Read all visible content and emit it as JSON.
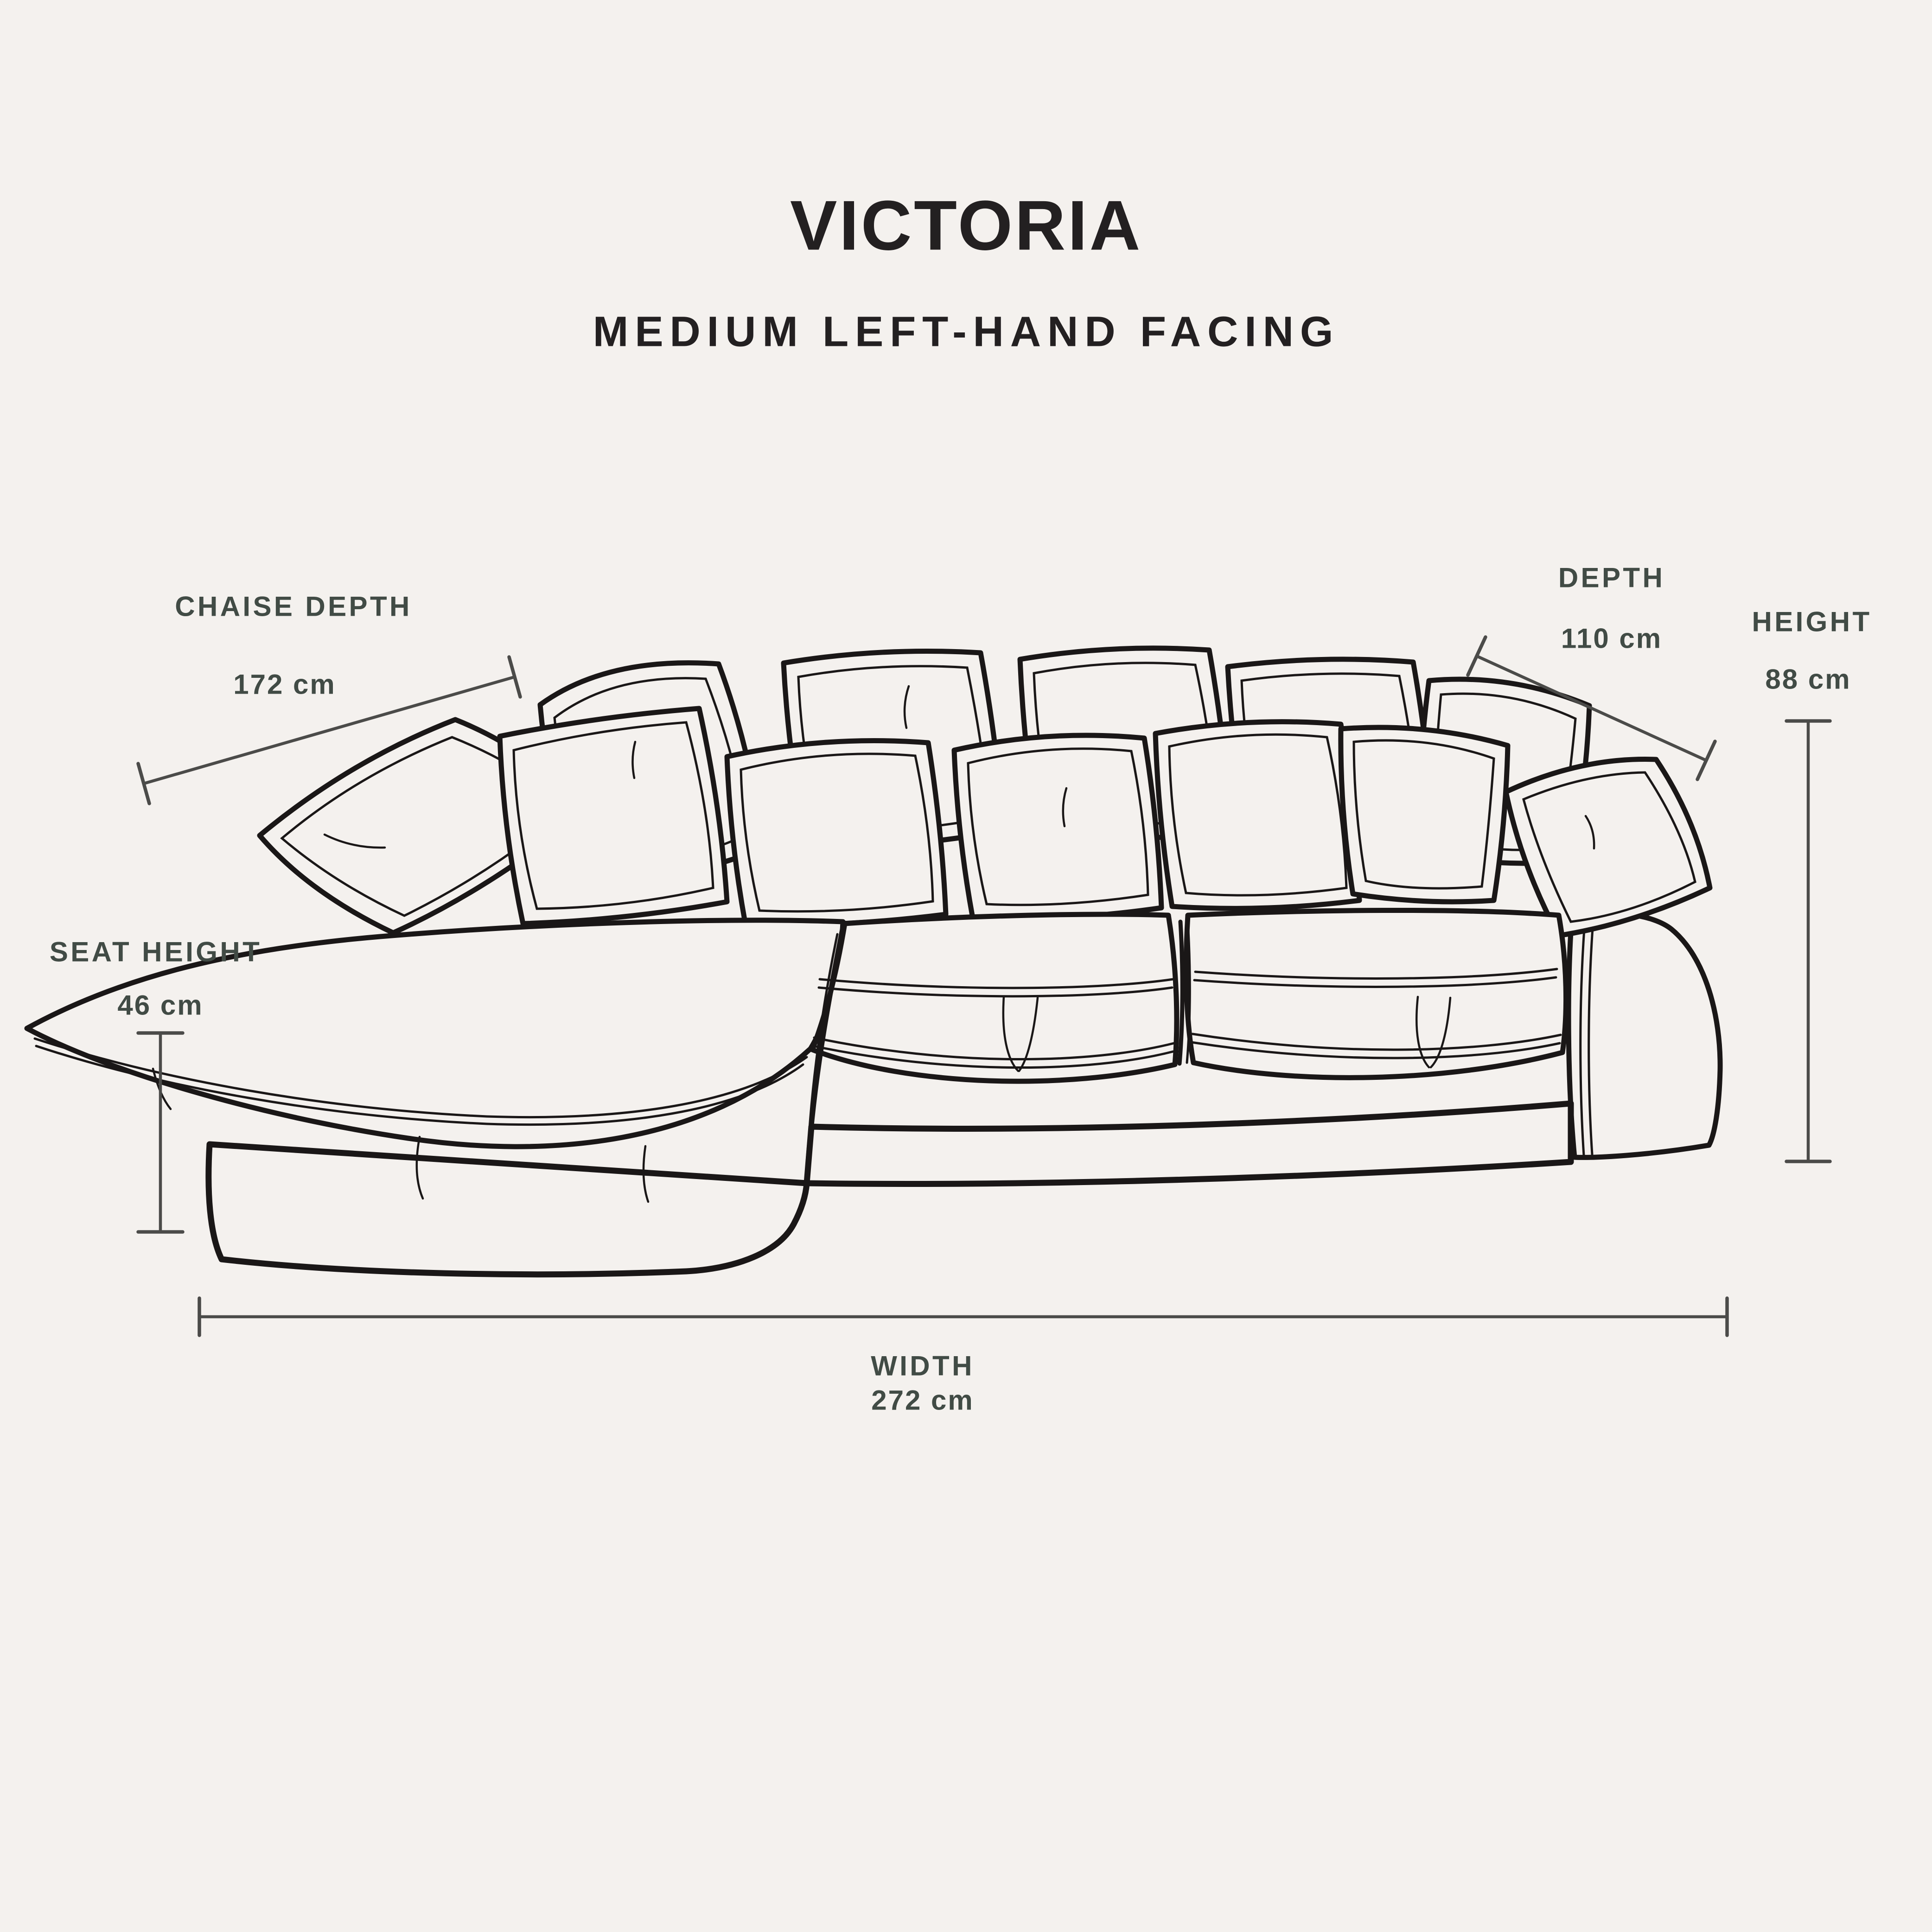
{
  "title": "VICTORIA",
  "subtitle": "MEDIUM LEFT-HAND FACING",
  "colors": {
    "background": "#f4f1ee",
    "title_ink": "#232021",
    "label_ink": "#414b45",
    "drawing_ink": "#1a1717",
    "dimension_line": "#4b4b49"
  },
  "dimensions": {
    "chaise_depth": {
      "label": "CHAISE DEPTH",
      "value": "172 cm"
    },
    "depth": {
      "label": "DEPTH",
      "value": "110 cm"
    },
    "height": {
      "label": "HEIGHT",
      "value": "88 cm"
    },
    "seat_height": {
      "label": "SEAT HEIGHT",
      "value": "46 cm"
    },
    "width": {
      "label": "WIDTH",
      "value": "272 cm"
    }
  }
}
